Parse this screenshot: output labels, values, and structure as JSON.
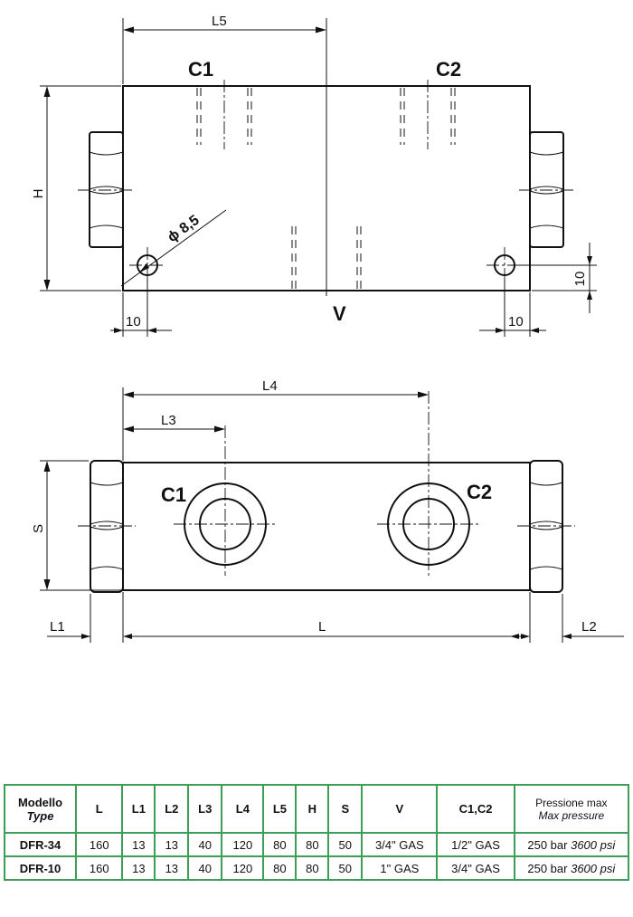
{
  "drawing": {
    "top_view": {
      "port_labels": [
        "C1",
        "C2"
      ],
      "center_port_label": "V",
      "hole_label": "ϕ 8,5",
      "dimensions": {
        "L5": "L5",
        "H": "H",
        "left_offset": "10",
        "right_offset": "10",
        "vertical_offset": "10"
      }
    },
    "front_view": {
      "port_labels": [
        "C1",
        "C2"
      ],
      "dimensions": {
        "L4": "L4",
        "L3": "L3",
        "S": "S",
        "L1": "L1",
        "L": "L",
        "L2": "L2"
      }
    }
  },
  "table": {
    "header": {
      "model": "Modello",
      "model_sub": "Type",
      "columns": [
        "L",
        "L1",
        "L2",
        "L3",
        "L4",
        "L5",
        "H",
        "S",
        "V",
        "C1,C2"
      ],
      "pressure": "Pressione max",
      "pressure_sub": "Max pressure"
    },
    "rows": [
      {
        "model": "DFR-34",
        "values": [
          "160",
          "13",
          "13",
          "40",
          "120",
          "80",
          "80",
          "50",
          "3/4\" GAS",
          "1/2\" GAS"
        ],
        "bar": "250 bar",
        "psi": "3600 psi"
      },
      {
        "model": "DFR-10",
        "values": [
          "160",
          "13",
          "13",
          "40",
          "120",
          "80",
          "80",
          "50",
          "1\" GAS",
          "3/4\" GAS"
        ],
        "bar": "250 bar",
        "psi": "3600 psi"
      }
    ],
    "border_color": "#3d9e58"
  }
}
